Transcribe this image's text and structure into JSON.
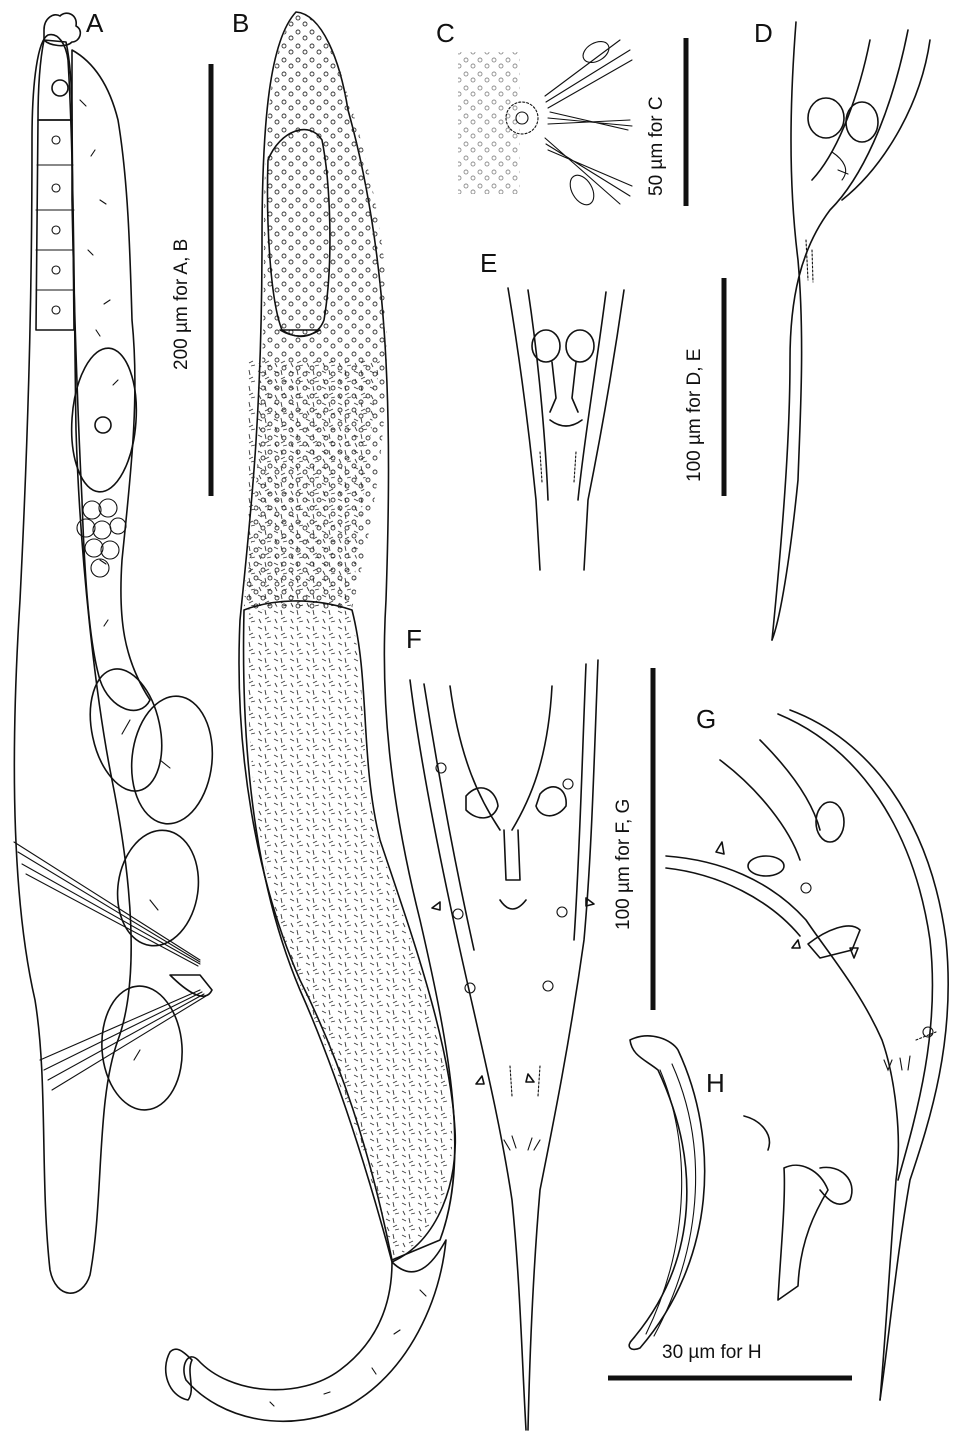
{
  "colors": {
    "ink": "#111111",
    "light_tissue": "#e6e6e6",
    "mid_tissue": "#c6c6c6",
    "dark_tissue": "#9a9a9a",
    "background": "#ffffff"
  },
  "panels": {
    "A": "A",
    "B": "B",
    "C": "C",
    "D": "D",
    "E": "E",
    "F": "F",
    "G": "G",
    "H": "H"
  },
  "scale_bars": {
    "ab": "200 µm for A, B",
    "c": "50 µm for C",
    "de": "100 µm for D, E",
    "fg": "100 µm for F, G",
    "h": "30 µm for H"
  }
}
